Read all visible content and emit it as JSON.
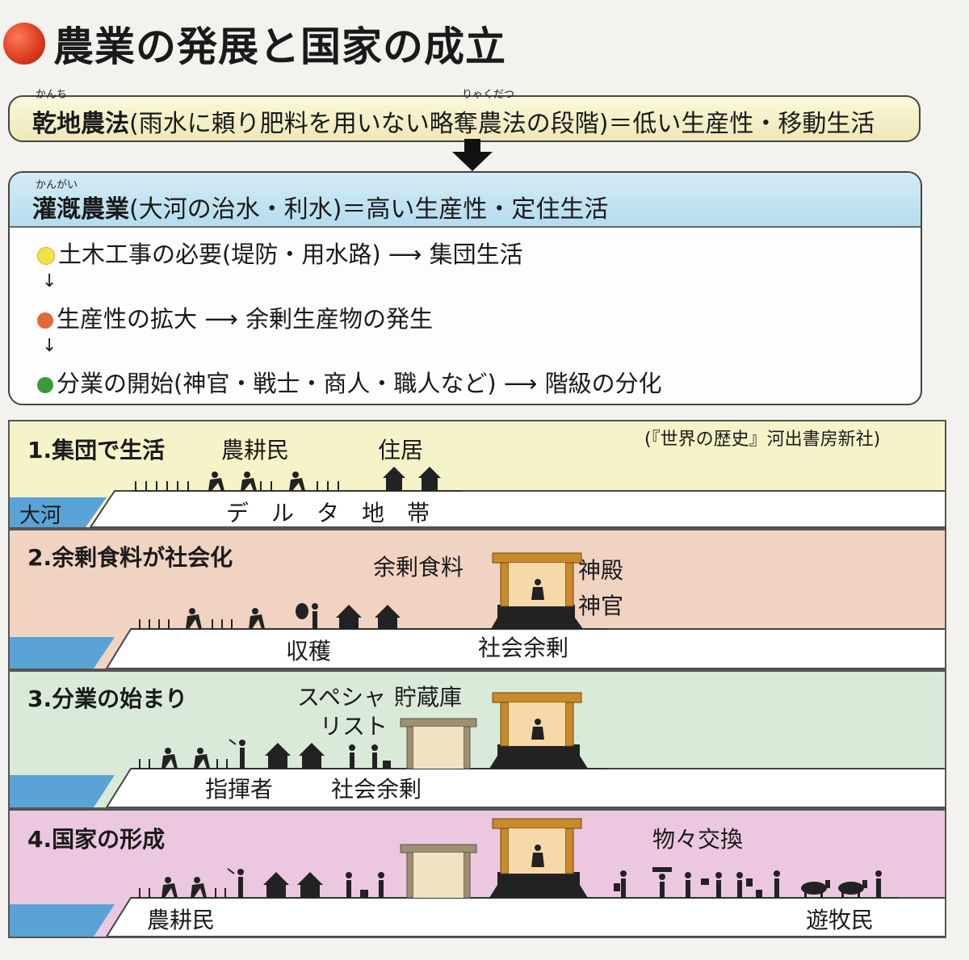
{
  "title": "農業の発展と国家の成立",
  "box1": {
    "ruby1": "かんち",
    "ruby2": "りゃくだつ",
    "term": "乾地農法",
    "text": "(雨水に頼り肥料を用いない略奪農法の段階)＝低い生産性・移動生活"
  },
  "box2": {
    "ruby": "かんがい",
    "term": "灌漑農業",
    "text": "(大河の治水・利水)＝高い生産性・定住生活",
    "steps": [
      {
        "text": "土木工事の必要(堤防・用水路)",
        "result": "集団生活",
        "color": "#f2e14c"
      },
      {
        "text": "生産性の拡大",
        "result": "余剰生産物の発生",
        "color": "#e06a3a"
      },
      {
        "text": "分業の開始(神官・戦士・商人・職人など)",
        "result": "階級の分化",
        "color": "#3a9a3a"
      }
    ],
    "arrow": "⟶",
    "down": "↓"
  },
  "source": "(『世界の歴史』河出書房新社)",
  "panels": [
    {
      "title": "1.集団で生活",
      "labels": [
        "農耕民",
        "住居",
        "大河",
        "デ　ル　タ　地　帯"
      ],
      "bg": "#f6f3c9"
    },
    {
      "title": "2.余剰食料が社会化",
      "labels": [
        "余剰食料",
        "神殿",
        "神官",
        "収穫",
        "社会余剰"
      ],
      "bg": "#f1d3c2"
    },
    {
      "title": "3.分業の始まり",
      "labels": [
        "スペシャ",
        "リスト",
        "貯蔵庫",
        "指揮者",
        "社会余剰"
      ],
      "bg": "#d9ead9"
    },
    {
      "title": "4.国家の形成",
      "labels": [
        "物々交換",
        "農耕民",
        "遊牧民"
      ],
      "bg": "#ecc8e0"
    }
  ]
}
